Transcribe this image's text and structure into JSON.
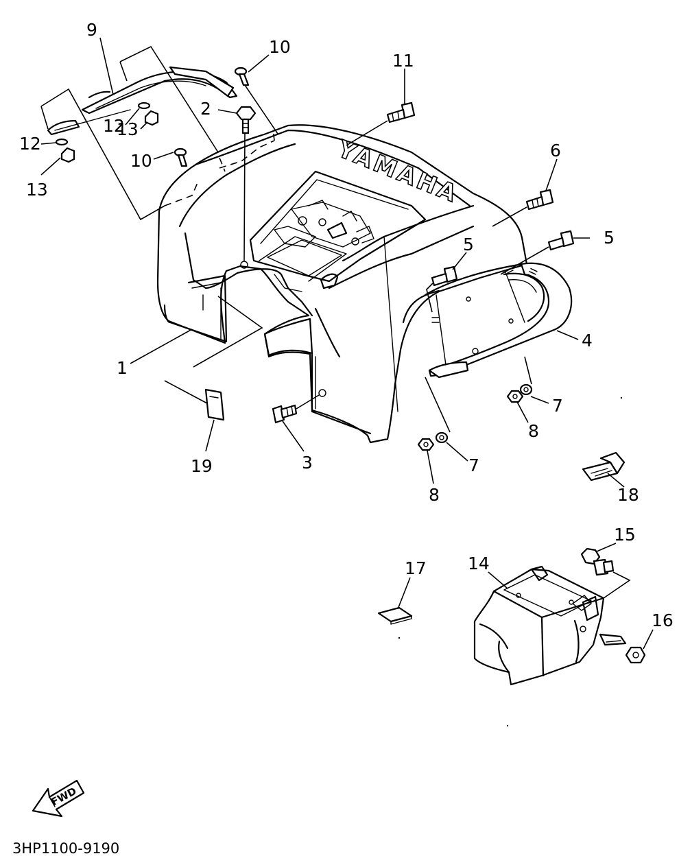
{
  "diagram": {
    "code": "3HP1100-9190",
    "brand_text": "YAMAHA",
    "direction_label": "FWD",
    "callouts": {
      "c1": "1",
      "c2": "2",
      "c3": "3",
      "c4": "4",
      "c5a": "5",
      "c5b": "5",
      "c6": "6",
      "c7a": "7",
      "c7b": "7",
      "c8a": "8",
      "c8b": "8",
      "c9": "9",
      "c10a": "10",
      "c10b": "10",
      "c11": "11",
      "c12a": "12",
      "c12b": "12",
      "c13a": "13",
      "c13b": "13",
      "c14": "14",
      "c15": "15",
      "c16": "16",
      "c17": "17",
      "c18": "18",
      "c19": "19"
    }
  }
}
